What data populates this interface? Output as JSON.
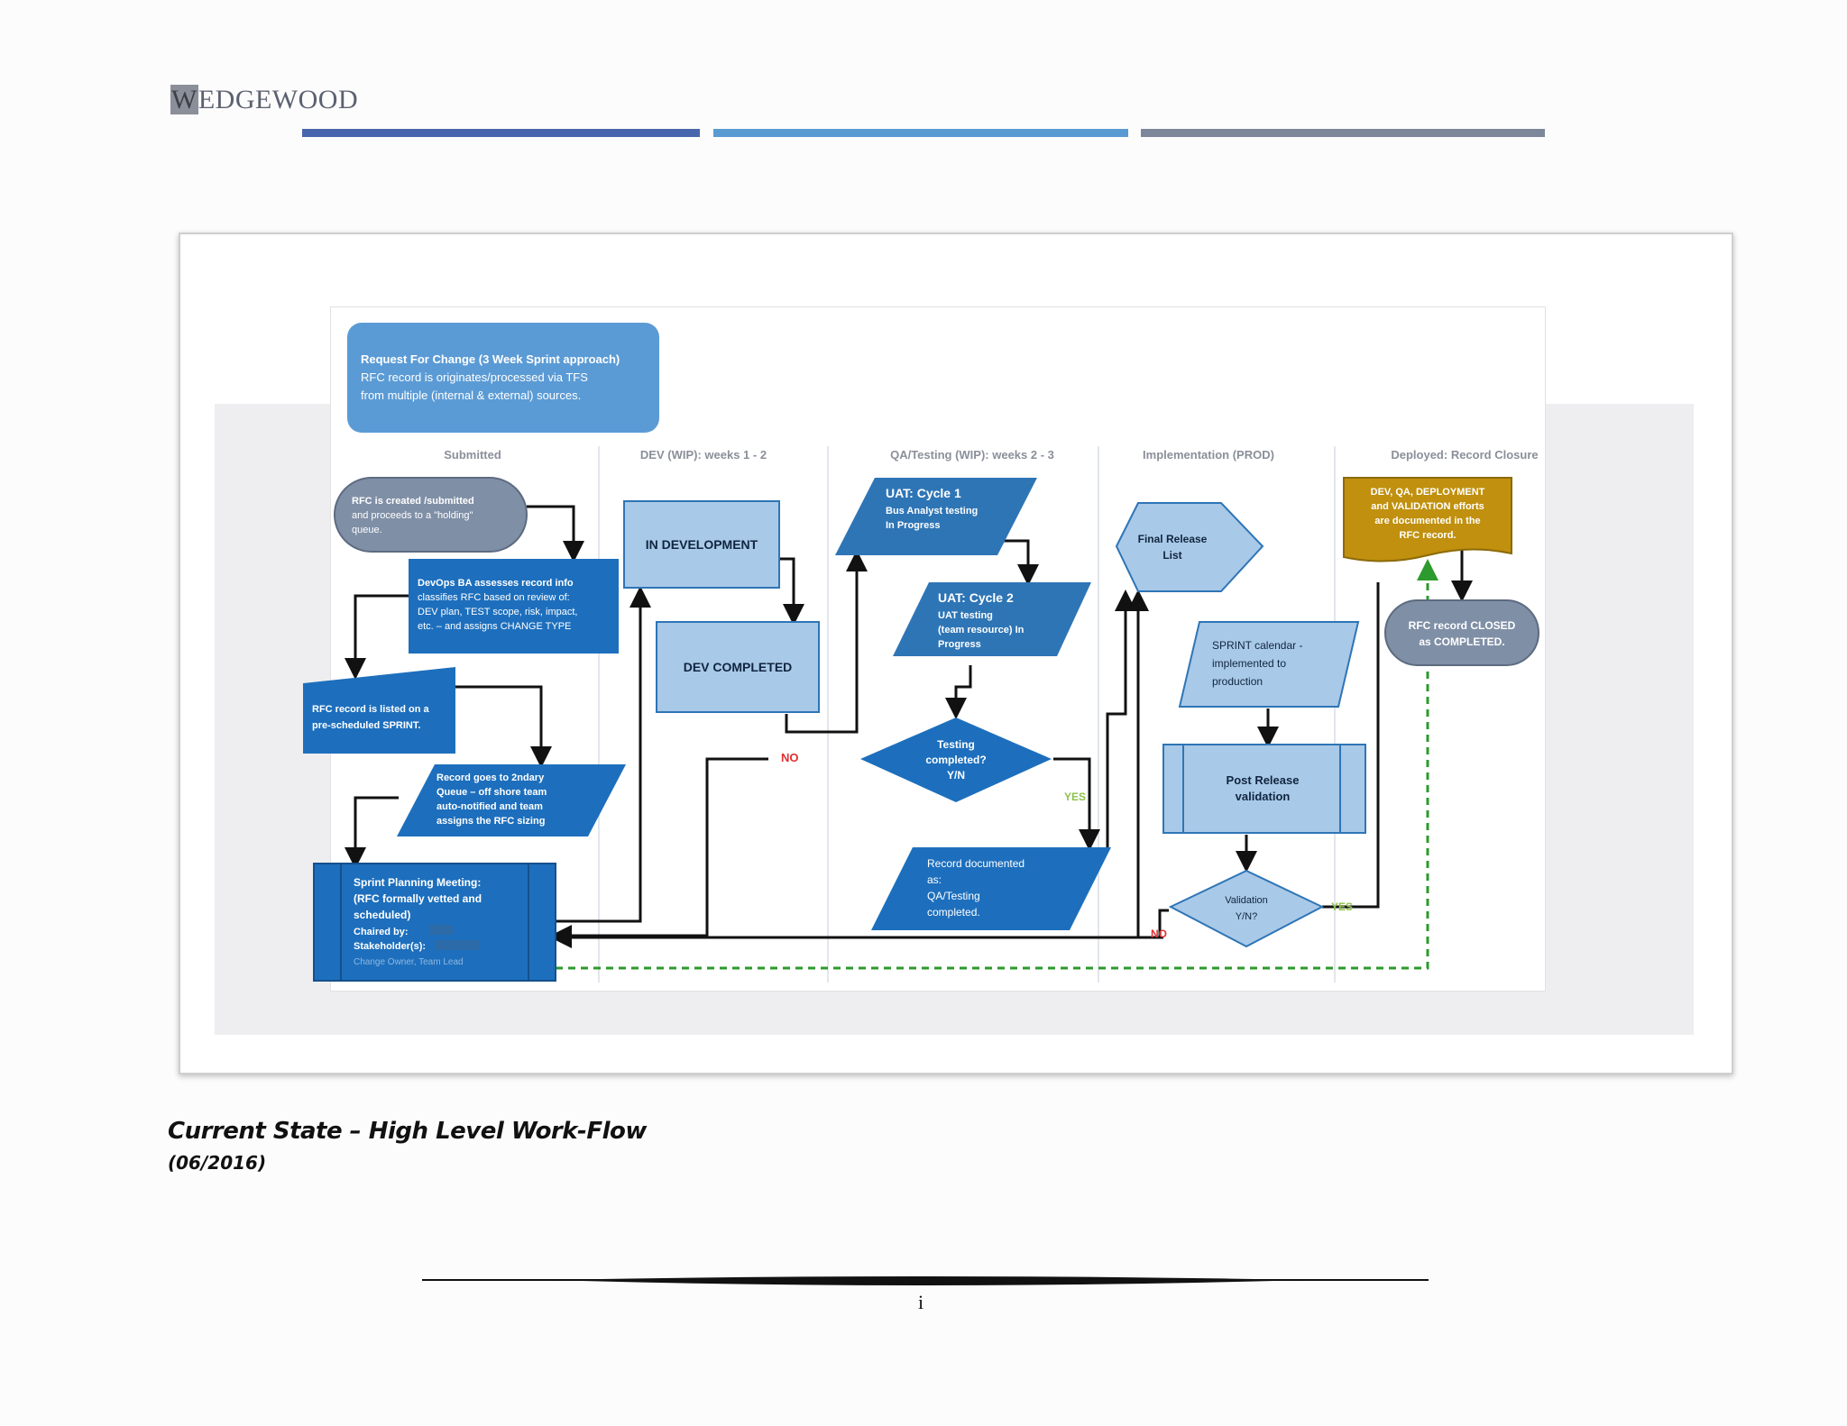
{
  "header": {
    "logo_text": "WEDGEWOOD",
    "bar_colors": [
      "#4866ad",
      "#5a9ad2",
      "#7d879a"
    ]
  },
  "diagram": {
    "lanes": [
      "Submitted",
      "DEV (WIP): weeks 1 - 2",
      "QA/Testing (WIP): weeks 2 - 3",
      "Implementation (PROD)",
      "Deployed: Record Closure"
    ],
    "intro": {
      "line1": "Request For Change (3 Week Sprint approach)",
      "line2": "RFC record is originates/processed via TFS",
      "line3": "from multiple (internal & external) sources."
    },
    "rfc_created": {
      "line1": "RFC is created /submitted",
      "line2": "and proceeds to a \"holding\"",
      "line3": "queue."
    },
    "devops_ba": {
      "line1": "DevOps BA assesses record info",
      "line2": "classifies RFC based on review of:",
      "line3": "DEV plan, TEST scope, risk, impact,",
      "line4": "etc. – and assigns CHANGE TYPE"
    },
    "rfc_listed": {
      "line1": "RFC record is listed on a",
      "line2": "pre-scheduled SPRINT."
    },
    "record_queue": {
      "line1": "Record goes to 2ndary",
      "line2": "Queue – off shore team",
      "line3": "auto-notified and team",
      "line4": "assigns the RFC sizing"
    },
    "sprint_meeting": {
      "line1": "Sprint Planning Meeting:",
      "line2": "(RFC formally vetted and",
      "line3": "scheduled)",
      "line4": "Chaired by:",
      "line5": "Stakeholder(s):",
      "line6": "Change Owner, Team Lead"
    },
    "in_development": "IN DEVELOPMENT",
    "dev_completed": "DEV COMPLETED",
    "uat1": {
      "line1": "UAT: Cycle 1",
      "line2": "Bus Analyst testing",
      "line3": "In Progress"
    },
    "uat2": {
      "line1": "UAT: Cycle 2",
      "line2": "UAT testing",
      "line3": "(team resource) In",
      "line4": "Progress"
    },
    "testing_decision": {
      "line1": "Testing",
      "line2": "completed?",
      "line3": "Y/N"
    },
    "record_documented": {
      "line1": "Record documented",
      "line2": "as:",
      "line3": "QA/Testing",
      "line4": "completed."
    },
    "final_release": {
      "line1": "Final Release",
      "line2": "List"
    },
    "sprint_calendar": {
      "line1": "SPRINT calendar -",
      "line2": "implemented to",
      "line3": "production"
    },
    "post_release": {
      "line1": "Post Release",
      "line2": "validation"
    },
    "validation_decision": {
      "line1": "Validation",
      "line2": "Y/N?"
    },
    "documented_box": {
      "line1": "DEV, QA, DEPLOYMENT",
      "line2": "and VALIDATION efforts",
      "line3": "are documented in the",
      "line4": "RFC record."
    },
    "rfc_closed": {
      "line1": "RFC record CLOSED",
      "line2": "as COMPLETED."
    },
    "labels": {
      "no": "NO",
      "yes": "YES"
    },
    "colors": {
      "dark_blue": "#1d6fbd",
      "mid_blue": "#2e75b6",
      "light_blue": "#a9c9e8",
      "intro_blue": "#5b9bd5",
      "gray": "#7f8fa6",
      "gold": "#c0900e",
      "red": "#e03030",
      "green": "#4aa64a"
    }
  },
  "caption": {
    "title": "Current State – High Level Work-Flow",
    "date": "(06/2016)"
  },
  "footer": {
    "page_number": "i"
  }
}
